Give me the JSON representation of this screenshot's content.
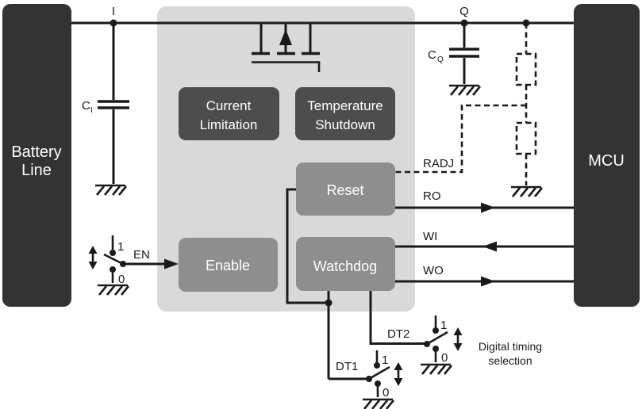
{
  "blocks": {
    "battery_line": {
      "line1": "Battery",
      "line2": "Line"
    },
    "mcu": {
      "label": "MCU"
    },
    "current_limitation": {
      "line1": "Current",
      "line2": "Limitation"
    },
    "temperature_shutdown": {
      "line1": "Temperature",
      "line2": "Shutdown"
    },
    "reset": {
      "label": "Reset"
    },
    "watchdog": {
      "label": "Watchdog"
    },
    "enable": {
      "label": "Enable"
    }
  },
  "pins": {
    "input": "I",
    "output": "Q",
    "radj": "RADJ",
    "ro": "RO",
    "wi": "WI",
    "wo": "WO",
    "en": "EN",
    "dt1": "DT1",
    "dt2": "DT2"
  },
  "capacitors": {
    "ci": {
      "base": "C",
      "sub": "I"
    },
    "cq": {
      "base": "C",
      "sub": "Q"
    }
  },
  "switch_positions": {
    "on": "1",
    "off": "0"
  },
  "annotations": {
    "digital_timing": {
      "line1": "Digital timing",
      "line2": "selection"
    }
  },
  "colors": {
    "endpoint_block": "#333333",
    "ic_body": "#d9d9d9",
    "protection_block": "#4d4d4d",
    "function_block": "#8e8e8e",
    "wire": "#1a1a1a",
    "text_light": "#ffffff"
  }
}
